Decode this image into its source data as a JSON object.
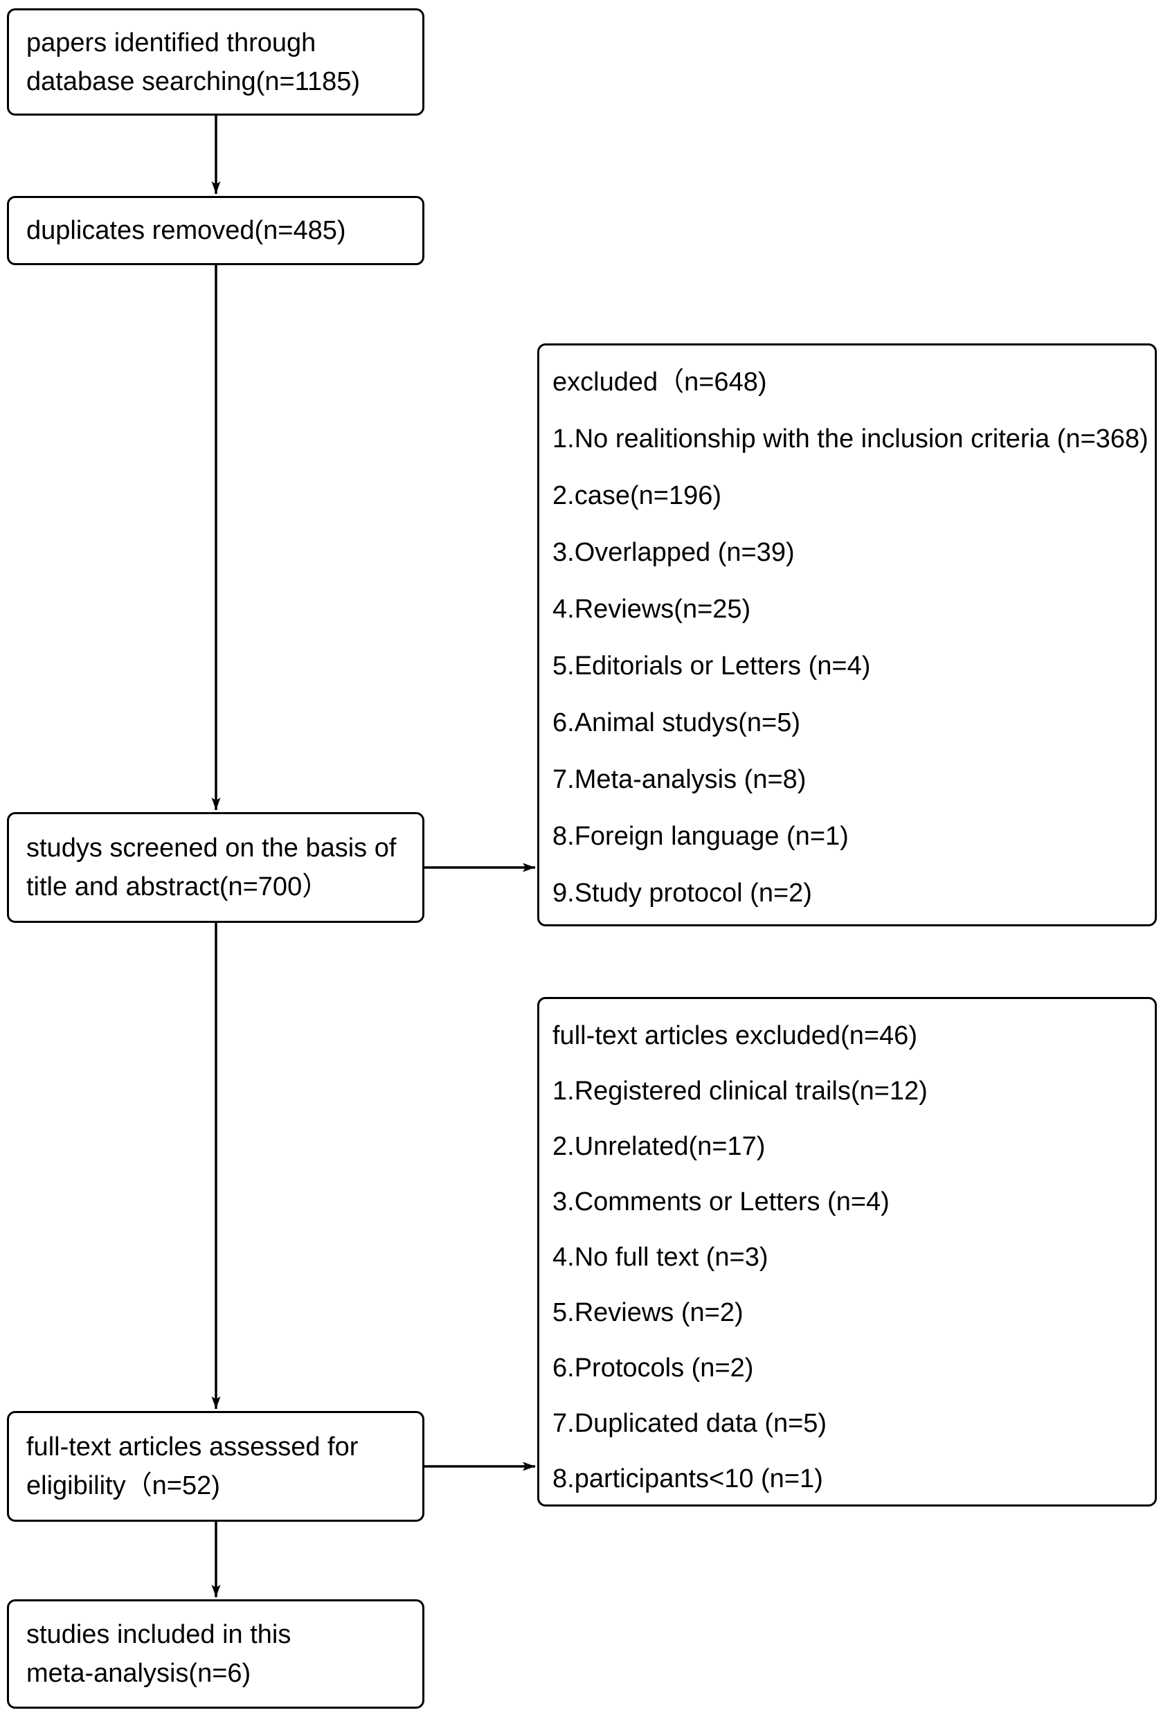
{
  "colors": {
    "border": "#000000",
    "text": "#000000",
    "background": "#ffffff",
    "arrow": "#000000"
  },
  "flow": {
    "identification": {
      "lines": [
        "papers identified through",
        "database searching(n=1185)"
      ]
    },
    "duplicates": {
      "lines": [
        "duplicates removed(n=485)"
      ]
    },
    "screening": {
      "lines": [
        "studys screened on the basis of",
        "title and abstract(n=700）"
      ]
    },
    "eligibility": {
      "lines": [
        "full-text articles assessed for",
        "eligibility（n=52)"
      ]
    },
    "included": {
      "lines": [
        "studies included in this",
        "meta-analysis(n=6)"
      ]
    }
  },
  "exclusions_screening": {
    "title": "excluded（n=648)",
    "items": [
      "1.No realitionship with the inclusion criteria (n=368)",
      "2.case(n=196)",
      "3.Overlapped (n=39)",
      "4.Reviews(n=25)",
      "5.Editorials or Letters (n=4)",
      "6.Animal studys(n=5)",
      "7.Meta-analysis (n=8)",
      "8.Foreign language (n=1)",
      "9.Study protocol (n=2)"
    ]
  },
  "exclusions_fulltext": {
    "title": "full-text articles excluded(n=46)",
    "items": [
      "1.Registered clinical trails(n=12)",
      "2.Unrelated(n=17)",
      "3.Comments or Letters (n=4)",
      "4.No full text (n=3)",
      "5.Reviews (n=2)",
      "6.Protocols (n=2)",
      "7.Duplicated data (n=5)",
      "8.participants<10 (n=1)"
    ]
  }
}
